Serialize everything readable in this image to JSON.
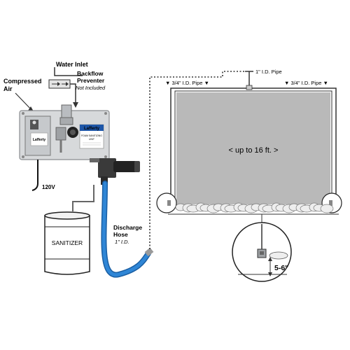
{
  "labels": {
    "water_inlet": "Water Inlet",
    "backflow_line1": "Backflow",
    "backflow_line2": "Preventer",
    "backflow_note": "Not Included",
    "compressed_line1": "Compressed",
    "compressed_line2": "Air",
    "voltage": "120V",
    "sanitizer": "SANITIZER",
    "discharge_line1": "Discharge",
    "discharge_line2": "Hose",
    "discharge_size": "1\" I.D.",
    "pipe_top": "1\" I.D. Pipe",
    "pipe_left": "▼ 3/4\" I.D. Pipe ▼",
    "pipe_right": "▼ 3/4\" I.D. Pipe ▼",
    "span": "< up to 16 ft. >",
    "height": "5-6\""
  },
  "unit": {
    "brand": "Lafferty",
    "label_text_lines": [
      "FOAM SANITIZING",
      "UNIT"
    ]
  },
  "colors": {
    "panel": "#d7d9db",
    "panel_edge": "#8a8d90",
    "hose": "#2f86d6",
    "hose_dark": "#1b5fa3",
    "door_panel": "#b9b9b9",
    "foam": "#eeeeee",
    "brand_blue": "#1e56a8"
  }
}
